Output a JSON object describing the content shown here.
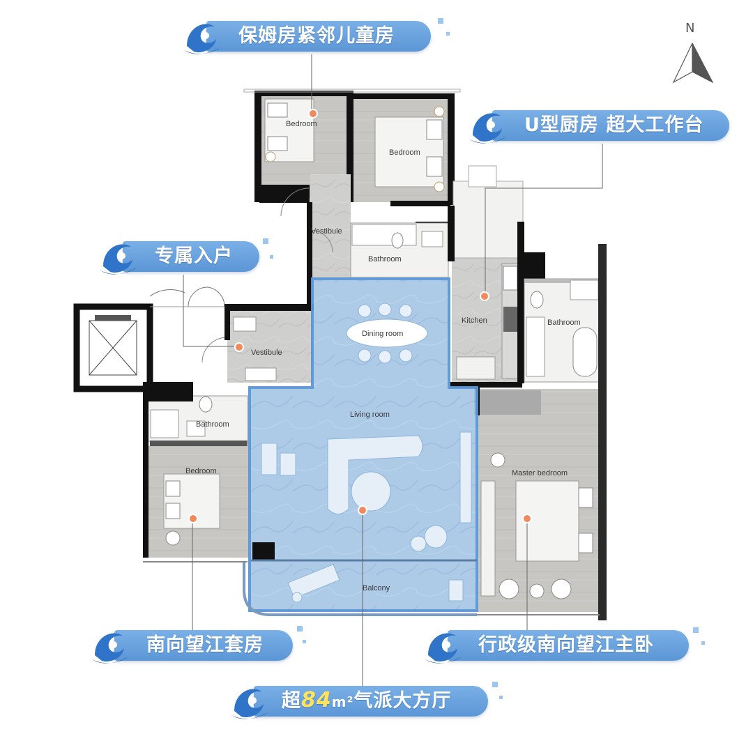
{
  "callouts": [
    {
      "id": "nanny-room",
      "text": "保姆房紧邻儿童房"
    },
    {
      "id": "u-kitchen",
      "text": "U型厨房 超大工作台"
    },
    {
      "id": "private-entry",
      "text": "专属入户"
    },
    {
      "id": "south-suite",
      "text": "南向望江套房"
    },
    {
      "id": "exec-master",
      "text": "行政级南向望江主卧"
    },
    {
      "id": "living-hall",
      "prefix": "超",
      "highlight": "84",
      "unit": "m²",
      "suffix": "气派大方厅"
    }
  ],
  "rooms": {
    "bedroom_nanny": "Bedroom",
    "bedroom_child": "Bedroom",
    "vestibule_top": "Vestibule",
    "bathroom_top": "Bathroom",
    "kitchen": "Kitchen",
    "bathroom_right": "Bathroom",
    "dining": "Dining room",
    "vestibule_entry": "Vestibule",
    "bathroom_left": "Bathroom",
    "living": "Living room",
    "bedroom_left": "Bedroom",
    "master_bedroom": "Master bedroom",
    "balcony": "Balcony"
  },
  "compass": {
    "label": "N"
  },
  "colors": {
    "accent": "#5b96d6",
    "highlight": "#ffe35a",
    "marker": "#f08a5d",
    "living_zone": "#a9c8e6",
    "wall": "#111111",
    "floor": "#c9c9c7"
  }
}
